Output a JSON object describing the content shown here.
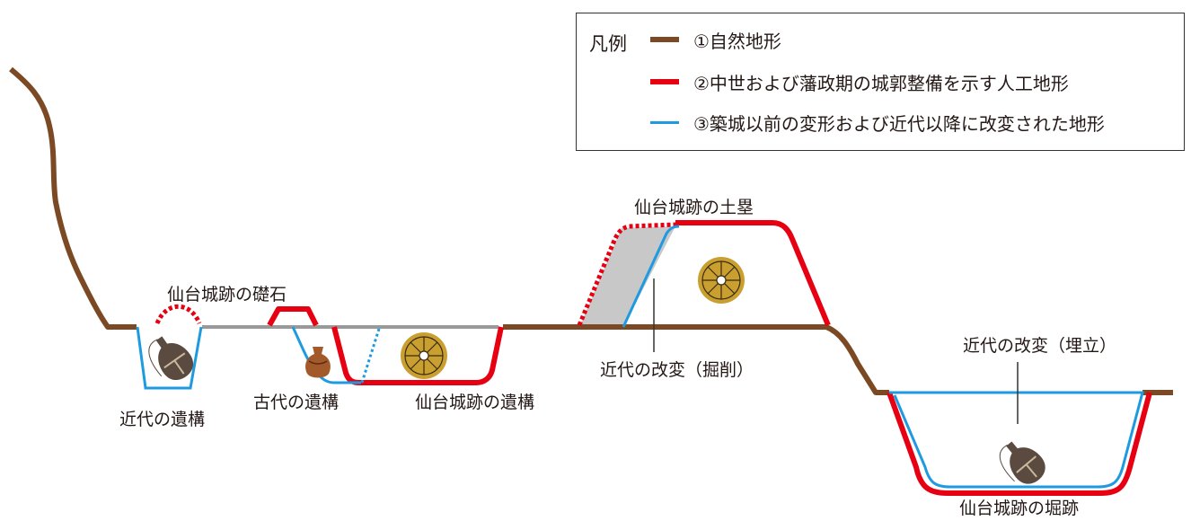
{
  "legend": {
    "title": "凡例",
    "items": [
      {
        "label": "①自然地形",
        "color": "#7b4a24"
      },
      {
        "label": "②中世および藩政期の城郭整備を示す人工地形",
        "color": "#e60012"
      },
      {
        "label": "③築城以前の変形および近代以降に改変された地形",
        "color": "#1e9be0"
      }
    ]
  },
  "labels": {
    "foundation_stone": "仙台城跡の礎石",
    "modern_remains": "近代の遺構",
    "ancient_remains": "古代の遺構",
    "sendai_remains": "仙台城跡の遺構",
    "earthwork": "仙台城跡の土塁",
    "modern_excavation": "近代の改変（掘削）",
    "modern_landfill": "近代の改変（埋立）",
    "moat": "仙台城跡の堀跡"
  },
  "colors": {
    "natural": "#7b4a24",
    "artificial": "#e60012",
    "modern": "#1e9be0",
    "ground_line": "#999999",
    "excavated_fill": "#c8c8c8",
    "roof_tile": "#c9a030",
    "pottery": "#5a4a40"
  }
}
